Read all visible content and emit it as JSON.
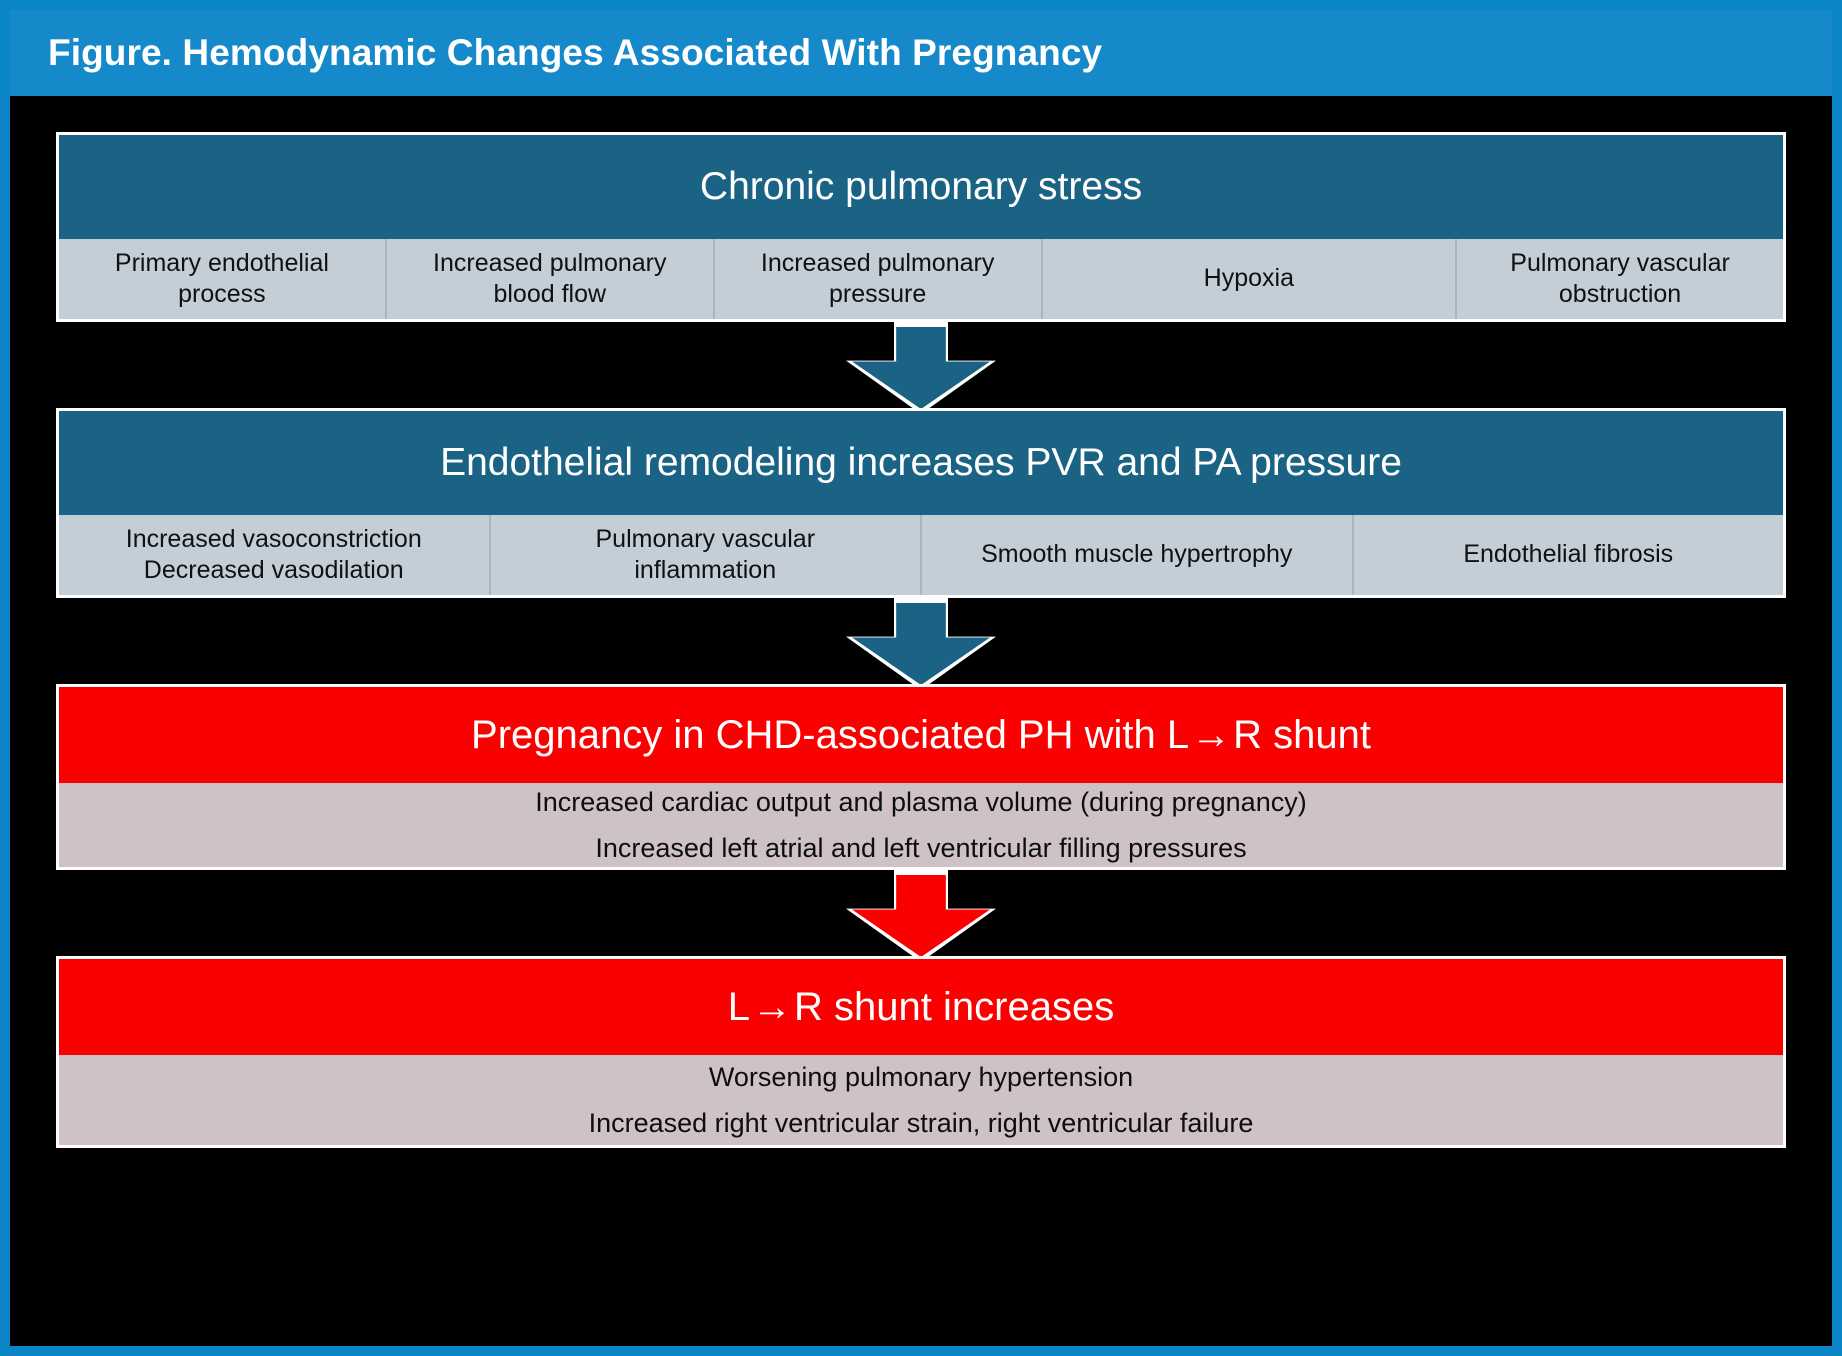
{
  "figure": {
    "title": "Figure. Hemodynamic Changes Associated With Pregnancy",
    "colors": {
      "frame_border": "#0b84c8",
      "title_banner": "#1689ca",
      "canvas": "#000000",
      "teal_header": "#1b6385",
      "cell_background": "#c3ced6",
      "red_header": "#fb0000",
      "pink_body": "#cfc2c6",
      "block_outline": "#ffffff"
    }
  },
  "blocks": [
    {
      "id": "chronic-pulmonary-stress",
      "header": "Chronic pulmonary stress",
      "header_style": "teal",
      "cells": [
        "Primary endothelial process",
        "Increased pulmonary blood flow",
        "Increased pulmonary pressure",
        "Hypoxia",
        "Pulmonary vascular obstruction"
      ]
    },
    {
      "id": "endothelial-remodeling",
      "header": "Endothelial remodeling increases PVR and PA pressure",
      "header_style": "teal",
      "cells": [
        "Increased vasoconstriction Decreased vasodilation",
        "Pulmonary vascular inflammation",
        "Smooth muscle hypertrophy",
        "Endothelial fibrosis"
      ],
      "cells_multiline": [
        [
          "Increased vasoconstriction",
          "Decreased vasodilation"
        ],
        [
          "Pulmonary vascular",
          "inflammation"
        ],
        [
          "Smooth muscle hypertrophy"
        ],
        [
          "Endothelial fibrosis"
        ]
      ]
    },
    {
      "id": "pregnancy-chd-ph",
      "header_pre": "Pregnancy in CHD-associated PH with L",
      "header_arrow": "→",
      "header_post": "R shunt",
      "header_style": "red",
      "body_lines": [
        "Increased cardiac output and plasma volume (during pregnancy)",
        "Increased left atrial and left ventricular filling pressures"
      ]
    },
    {
      "id": "shunt-increases",
      "header_pre": "L",
      "header_arrow": "→",
      "header_post": "R shunt increases",
      "header_style": "red",
      "body_lines": [
        "Worsening pulmonary hypertension",
        "Increased right ventricular strain, right ventricular failure"
      ]
    }
  ],
  "cells_block1_lines": [
    [
      "Primary endothelial",
      "process"
    ],
    [
      "Increased pulmonary",
      "blood flow"
    ],
    [
      "Increased pulmonary",
      "pressure"
    ],
    [
      "Hypoxia"
    ],
    [
      "Pulmonary vascular",
      "obstruction"
    ]
  ],
  "arrows": [
    {
      "id": "arrow-1",
      "color": "teal"
    },
    {
      "id": "arrow-2",
      "color": "teal"
    },
    {
      "id": "arrow-3",
      "color": "red"
    }
  ]
}
